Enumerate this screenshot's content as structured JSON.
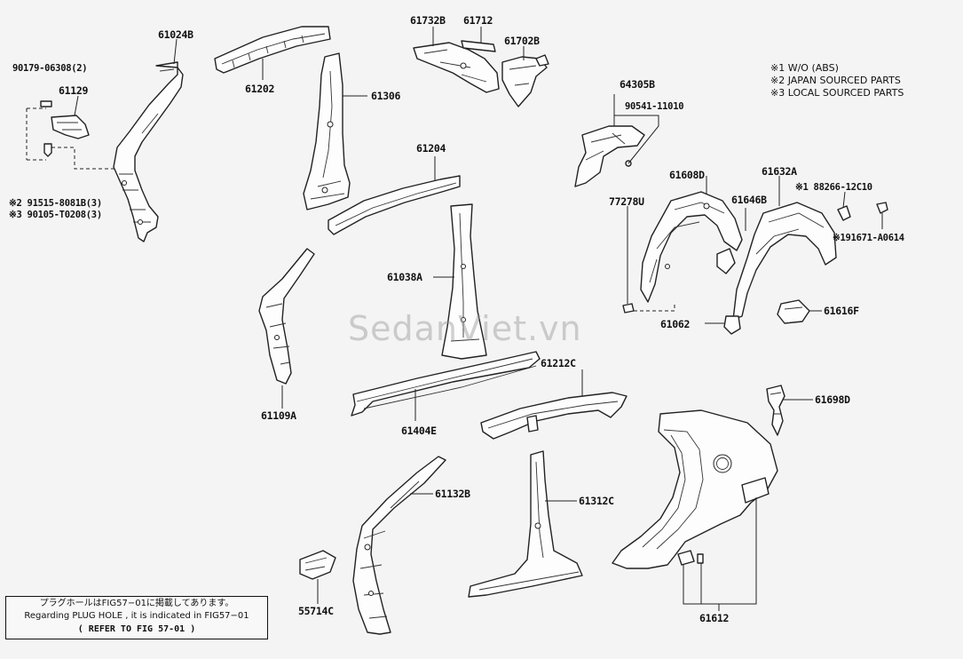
{
  "watermark": "SedanViet.vn",
  "legend": [
    "※1 W/O (ABS)",
    "※2 JAPAN SOURCED PARTS",
    "※3 LOCAL SOURCED PARTS"
  ],
  "note": {
    "line1": "プラグホールはFIG57−01に掲載してあります。",
    "line2": "Regarding PLUG HOLE , it is indicated in FIG57−01",
    "line3": "(      REFER TO FIG 57-01      )"
  },
  "labels": {
    "p61024B": "61024B",
    "p90179": "90179-06308(2)",
    "p61129": "61129",
    "p91515": "※2 91515-8081B(3)",
    "p90105": "※3 90105-T0208(3)",
    "p61202": "61202",
    "p61306": "61306",
    "p61732B": "61732B",
    "p61712": "61712",
    "p61702B": "61702B",
    "p64305B": "64305B",
    "p90541": "90541-11010",
    "p61204": "61204",
    "p61608D": "61608D",
    "p61632A": "61632A",
    "p88266": "※1 88266-12C10",
    "p77278U": "77278U",
    "p61646B": "61646B",
    "p191671": "※191671-A0614",
    "p61038A": "61038A",
    "p61616F": "61616F",
    "p61062": "61062",
    "p61109A": "61109A",
    "p61404E": "61404E",
    "p61212C": "61212C",
    "p61698D": "61698D",
    "p61132B": "61132B",
    "p61312C": "61312C",
    "p55714C": "55714C",
    "p61612": "61612"
  }
}
